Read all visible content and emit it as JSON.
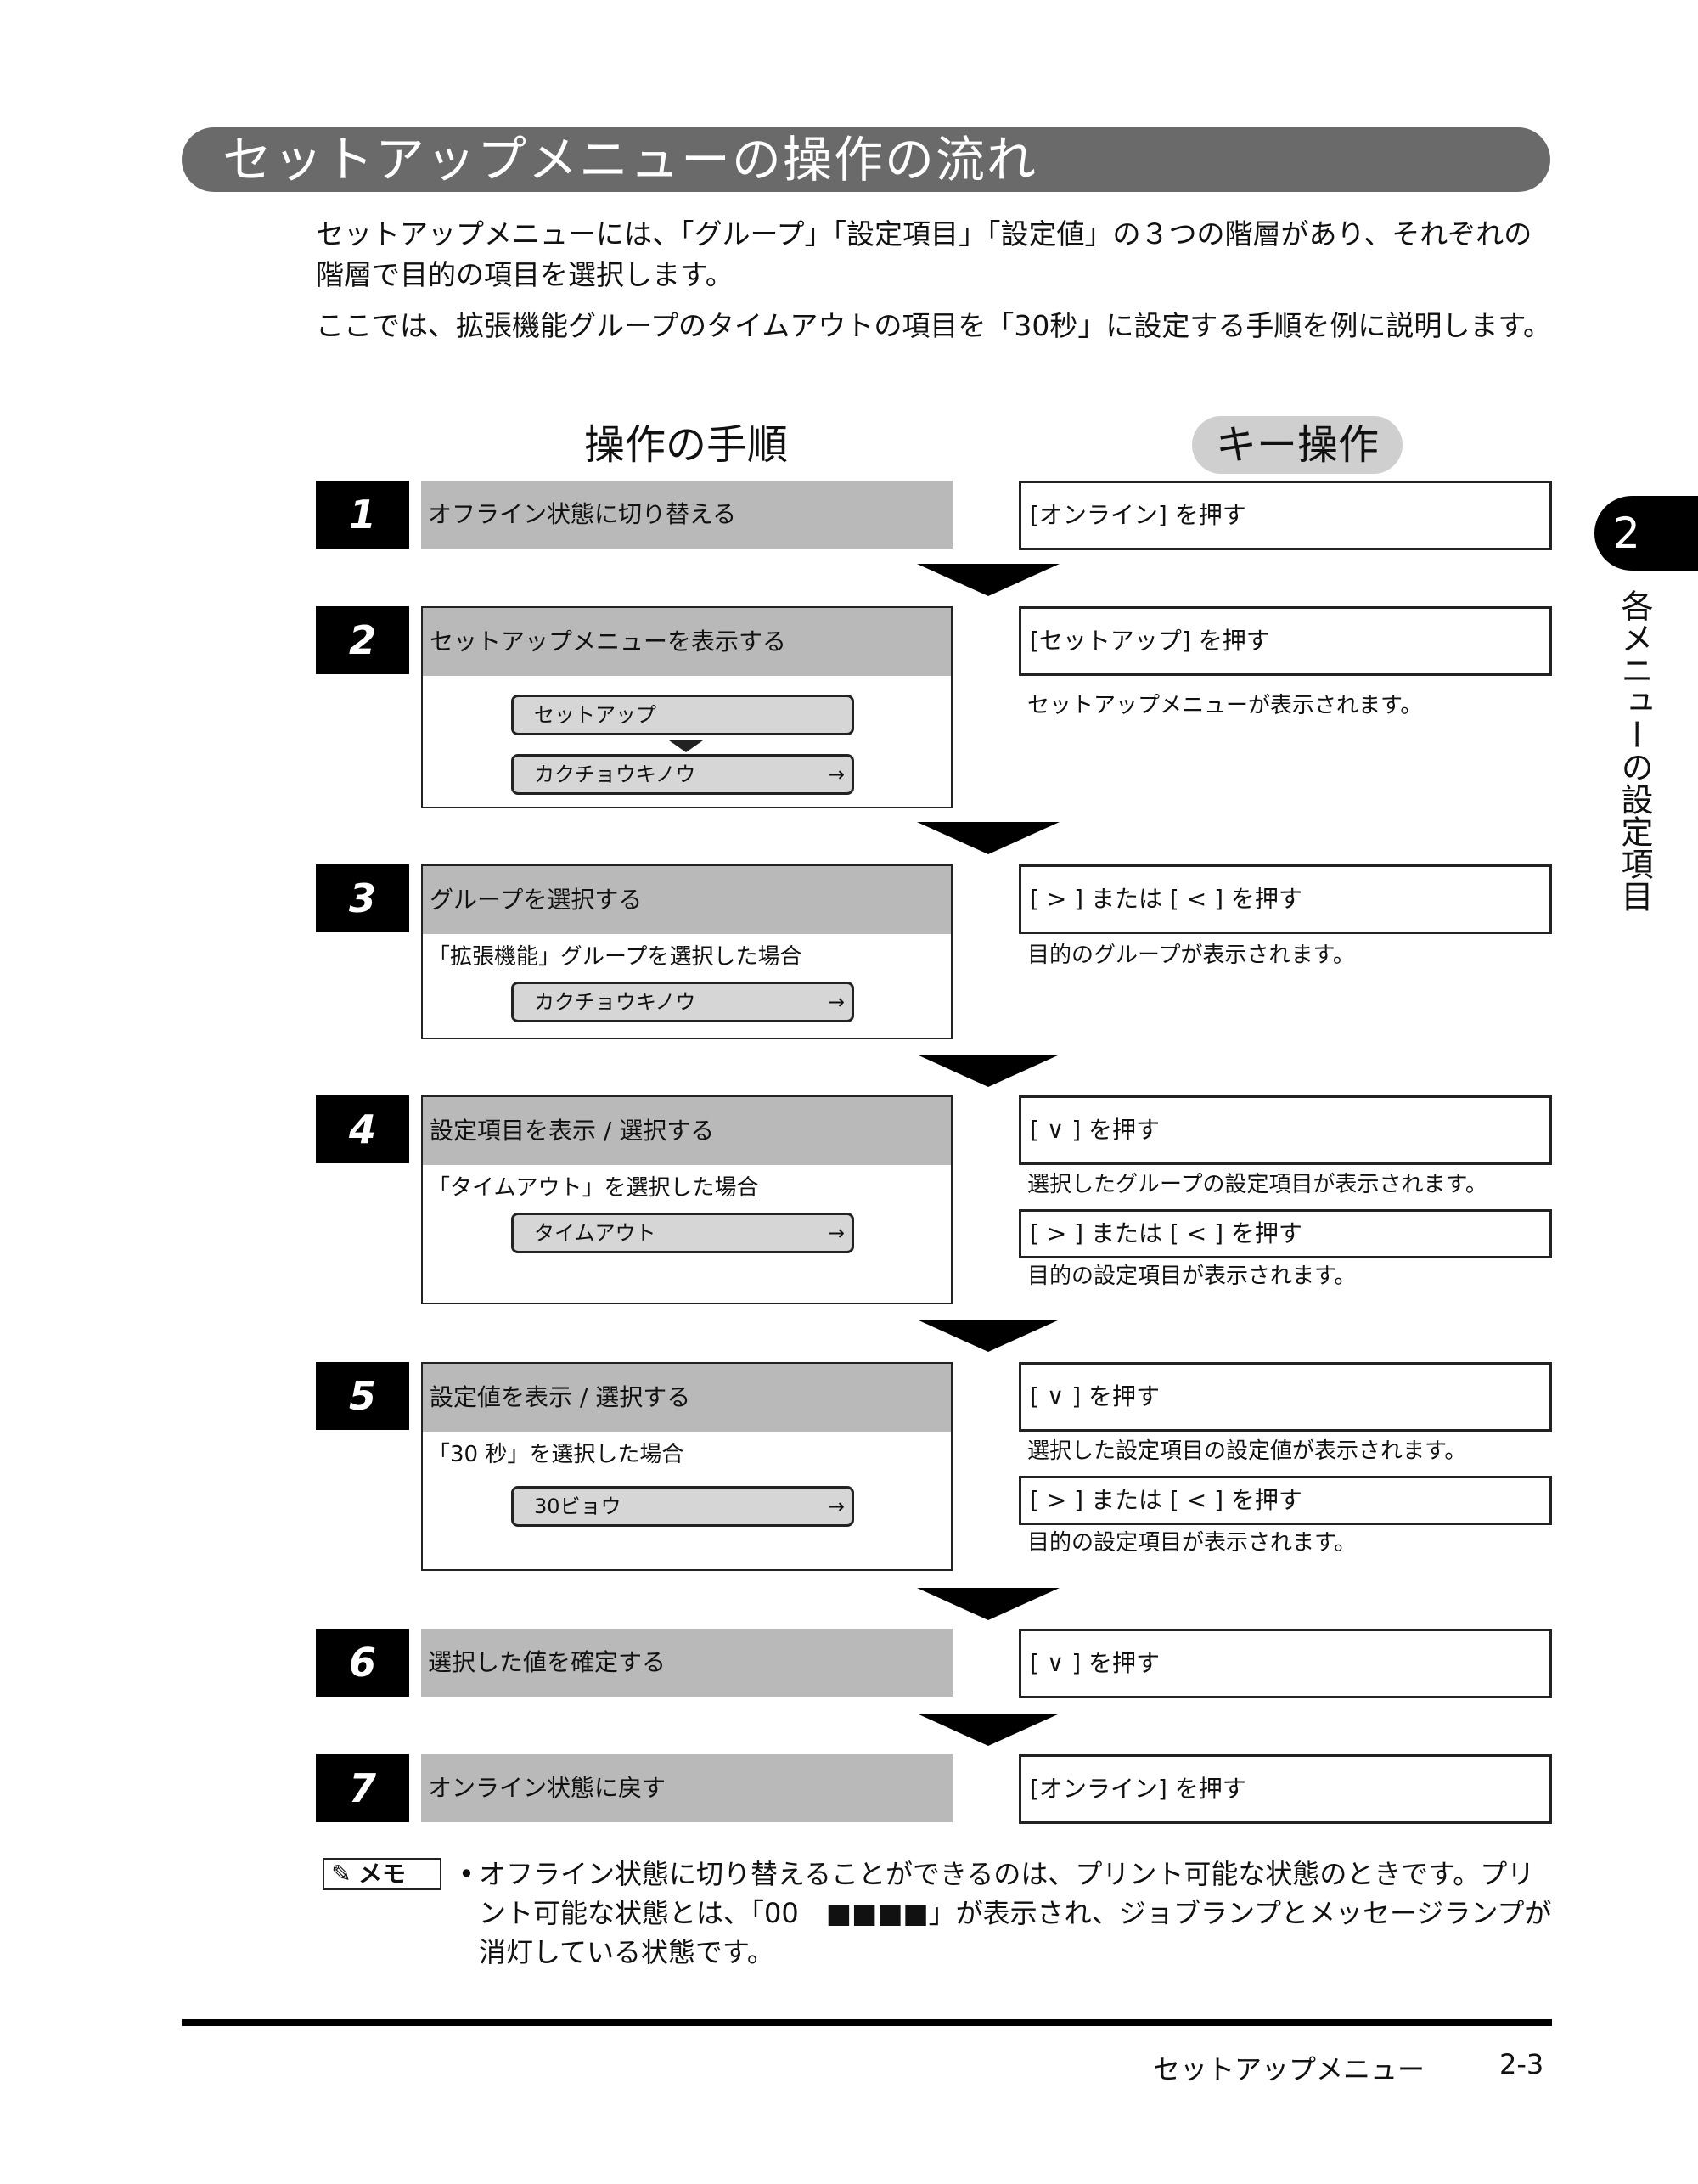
{
  "title": "セットアップメニューの操作の流れ",
  "intro": [
    "セットアップメニューには、「グループ」「設定項目」「設定値」の３つの階層があり、それぞれの階層で目的の項目を選択します。",
    "ここでは、拡張機能グループのタイムアウトの項目を「30秒」に設定する手順を例に説明します。"
  ],
  "headers": {
    "procedure": "操作の手順",
    "key_operation": "キー操作"
  },
  "steps": [
    {
      "num": "1",
      "label": "オフライン状態に切り替える",
      "key": "[オンライン] を押す"
    },
    {
      "num": "2",
      "label": "セットアップメニューを表示する",
      "lcd1": "セットアップ",
      "lcd2": "カクチョウキノウ",
      "lcd_arrow": "→",
      "key": "[セットアップ] を押す",
      "key_desc": "セットアップメニューが表示されます。"
    },
    {
      "num": "3",
      "label": "グループを選択する",
      "note": "「拡張機能」グループを選択した場合",
      "lcd": "カクチョウキノウ",
      "lcd_arrow": "→",
      "key": "[ > ] または [ < ] を押す",
      "key_desc": "目的のグループが表示されます。"
    },
    {
      "num": "4",
      "label": "設定項目を表示 / 選択する",
      "note": "「タイムアウト」を選択した場合",
      "lcd": "タイムアウト",
      "lcd_arrow": "→",
      "key": "[ ∨ ] を押す",
      "key_desc": "選択したグループの設定項目が表示されます。",
      "key2": "[ > ] または [ < ] を押す",
      "key2_desc": "目的の設定項目が表示されます。"
    },
    {
      "num": "5",
      "label": "設定値を表示 / 選択する",
      "note": "「30 秒」を選択した場合",
      "lcd": "30ビョウ",
      "lcd_arrow": "→",
      "key": "[ ∨ ] を押す",
      "key_desc": "選択した設定項目の設定値が表示されます。",
      "key2": "[ > ] または [ < ] を押す",
      "key2_desc": "目的の設定項目が表示されます。"
    },
    {
      "num": "6",
      "label": "選択した値を確定する",
      "key": "[ ∨ ] を押す"
    },
    {
      "num": "7",
      "label": "オンライン状態に戻す",
      "key": "[オンライン] を押す"
    }
  ],
  "memo": {
    "label": "メモ",
    "bullet": "•",
    "text": "オフライン状態に切り替えることができるのは、プリント可能な状態のときです。プリント可能な状態とは、「00　■■■■」が表示され、ジョブランプとメッセージランプが消灯している状態です。"
  },
  "footer": {
    "title": "セットアップメニュー",
    "page": "2-3"
  },
  "chapter": {
    "num": "2",
    "side": "各メニューの設定項目"
  }
}
